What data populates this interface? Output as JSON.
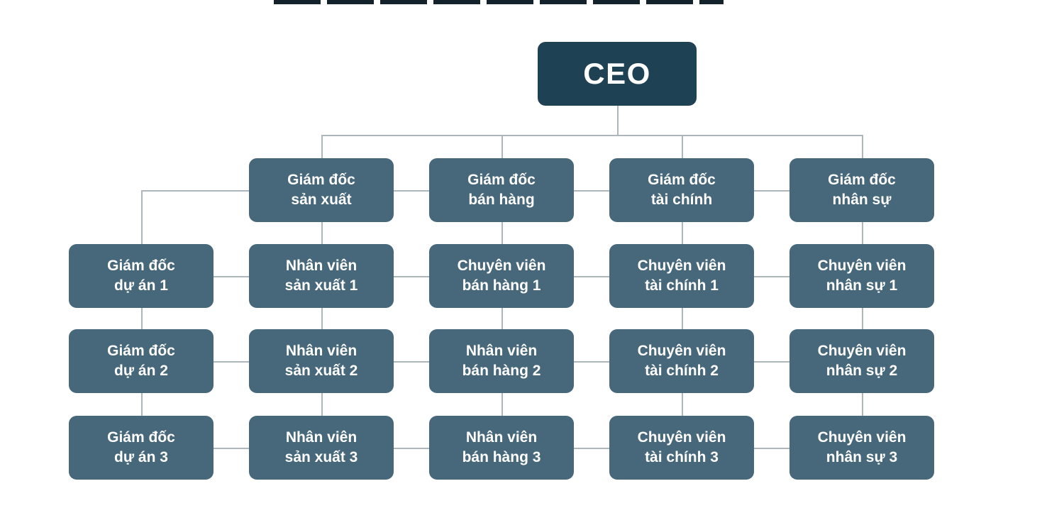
{
  "palette": {
    "background": "#ffffff",
    "ceo_box": "#1e4254",
    "node_box": "#47687a",
    "node_text": "#ffffff",
    "connector": "#adb6bb",
    "cropped_title": "#14222b"
  },
  "decoration": {
    "cropped_title_bar": "bottom sliver of dark title text cut off at top edge of screenshot"
  },
  "org_chart": {
    "nodes": [
      {
        "id": "ceo",
        "label": "CEO",
        "level": "root"
      },
      {
        "id": "dir-san-xuat",
        "label": "Giám đốc\nsản xuất",
        "row": 0,
        "col": 1
      },
      {
        "id": "dir-ban-hang",
        "label": "Giám đốc\nbán hàng",
        "row": 0,
        "col": 2
      },
      {
        "id": "dir-tai-chinh",
        "label": "Giám đốc\ntài chính",
        "row": 0,
        "col": 3
      },
      {
        "id": "dir-nhan-su",
        "label": "Giám đốc\nnhân sự",
        "row": 0,
        "col": 4
      },
      {
        "id": "gd-du-an-1",
        "label": "Giám đốc\ndự án 1",
        "row": 1,
        "col": 0
      },
      {
        "id": "nv-san-xuat-1",
        "label": "Nhân viên\nsản xuất 1",
        "row": 1,
        "col": 1
      },
      {
        "id": "cv-ban-hang-1",
        "label": "Chuyên viên\nbán hàng 1",
        "row": 1,
        "col": 2
      },
      {
        "id": "cv-tai-chinh-1",
        "label": "Chuyên viên\ntài chính 1",
        "row": 1,
        "col": 3
      },
      {
        "id": "cv-nhan-su-1",
        "label": "Chuyên viên\nnhân sự 1",
        "row": 1,
        "col": 4
      },
      {
        "id": "gd-du-an-2",
        "label": "Giám đốc\ndự án 2",
        "row": 2,
        "col": 0
      },
      {
        "id": "nv-san-xuat-2",
        "label": "Nhân viên\nsản xuất 2",
        "row": 2,
        "col": 1
      },
      {
        "id": "nv-ban-hang-2",
        "label": "Nhân viên\nbán hàng 2",
        "row": 2,
        "col": 2
      },
      {
        "id": "cv-tai-chinh-2",
        "label": "Chuyên viên\ntài chính 2",
        "row": 2,
        "col": 3
      },
      {
        "id": "cv-nhan-su-2",
        "label": "Chuyên viên\nnhân sự 2",
        "row": 2,
        "col": 4
      },
      {
        "id": "gd-du-an-3",
        "label": "Giám đốc\ndự án 3",
        "row": 3,
        "col": 0
      },
      {
        "id": "nv-san-xuat-3",
        "label": "Nhân viên\nsản xuất 3",
        "row": 3,
        "col": 1
      },
      {
        "id": "nv-ban-hang-3",
        "label": "Nhân viên\nbán hàng 3",
        "row": 3,
        "col": 2
      },
      {
        "id": "cv-tai-chinh-3",
        "label": "Chuyên viên\ntài chính 3",
        "row": 3,
        "col": 3
      },
      {
        "id": "cv-nhan-su-3",
        "label": "Chuyên viên\nnhân sự 3",
        "row": 3,
        "col": 4
      }
    ],
    "edges": [
      {
        "type": "tree",
        "from": "ceo",
        "to": [
          "dir-san-xuat",
          "dir-ban-hang",
          "dir-tai-chinh",
          "dir-nhan-su"
        ]
      },
      {
        "type": "elbow-left",
        "from": "dir-san-xuat",
        "to": "gd-du-an-1"
      },
      {
        "type": "v",
        "from": "dir-san-xuat",
        "to": "nv-san-xuat-1"
      },
      {
        "type": "v",
        "from": "nv-san-xuat-1",
        "to": "nv-san-xuat-2"
      },
      {
        "type": "v",
        "from": "nv-san-xuat-2",
        "to": "nv-san-xuat-3"
      },
      {
        "type": "v",
        "from": "dir-ban-hang",
        "to": "cv-ban-hang-1"
      },
      {
        "type": "v",
        "from": "cv-ban-hang-1",
        "to": "nv-ban-hang-2"
      },
      {
        "type": "v",
        "from": "nv-ban-hang-2",
        "to": "nv-ban-hang-3"
      },
      {
        "type": "v",
        "from": "dir-tai-chinh",
        "to": "cv-tai-chinh-1"
      },
      {
        "type": "v",
        "from": "cv-tai-chinh-1",
        "to": "cv-tai-chinh-2"
      },
      {
        "type": "v",
        "from": "cv-tai-chinh-2",
        "to": "cv-tai-chinh-3"
      },
      {
        "type": "v",
        "from": "dir-nhan-su",
        "to": "cv-nhan-su-1"
      },
      {
        "type": "v",
        "from": "cv-nhan-su-1",
        "to": "cv-nhan-su-2"
      },
      {
        "type": "v",
        "from": "cv-nhan-su-2",
        "to": "cv-nhan-su-3"
      },
      {
        "type": "v",
        "from": "gd-du-an-1",
        "to": "gd-du-an-2"
      },
      {
        "type": "v",
        "from": "gd-du-an-2",
        "to": "gd-du-an-3"
      },
      {
        "type": "h",
        "from": "dir-san-xuat",
        "to": "dir-ban-hang"
      },
      {
        "type": "h",
        "from": "dir-ban-hang",
        "to": "dir-tai-chinh"
      },
      {
        "type": "h",
        "from": "dir-tai-chinh",
        "to": "dir-nhan-su"
      },
      {
        "type": "h",
        "from": "gd-du-an-1",
        "to": "nv-san-xuat-1"
      },
      {
        "type": "h",
        "from": "nv-san-xuat-1",
        "to": "cv-ban-hang-1"
      },
      {
        "type": "h",
        "from": "cv-ban-hang-1",
        "to": "cv-tai-chinh-1"
      },
      {
        "type": "h",
        "from": "cv-tai-chinh-1",
        "to": "cv-nhan-su-1"
      },
      {
        "type": "h",
        "from": "gd-du-an-2",
        "to": "nv-san-xuat-2"
      },
      {
        "type": "h",
        "from": "nv-san-xuat-2",
        "to": "nv-ban-hang-2"
      },
      {
        "type": "h",
        "from": "nv-ban-hang-2",
        "to": "cv-tai-chinh-2"
      },
      {
        "type": "h",
        "from": "cv-tai-chinh-2",
        "to": "cv-nhan-su-2"
      },
      {
        "type": "h",
        "from": "gd-du-an-3",
        "to": "nv-san-xuat-3"
      },
      {
        "type": "h",
        "from": "nv-san-xuat-3",
        "to": "nv-ban-hang-3"
      },
      {
        "type": "h",
        "from": "nv-ban-hang-3",
        "to": "cv-tai-chinh-3"
      },
      {
        "type": "h",
        "from": "cv-tai-chinh-3",
        "to": "cv-nhan-su-3"
      }
    ]
  }
}
